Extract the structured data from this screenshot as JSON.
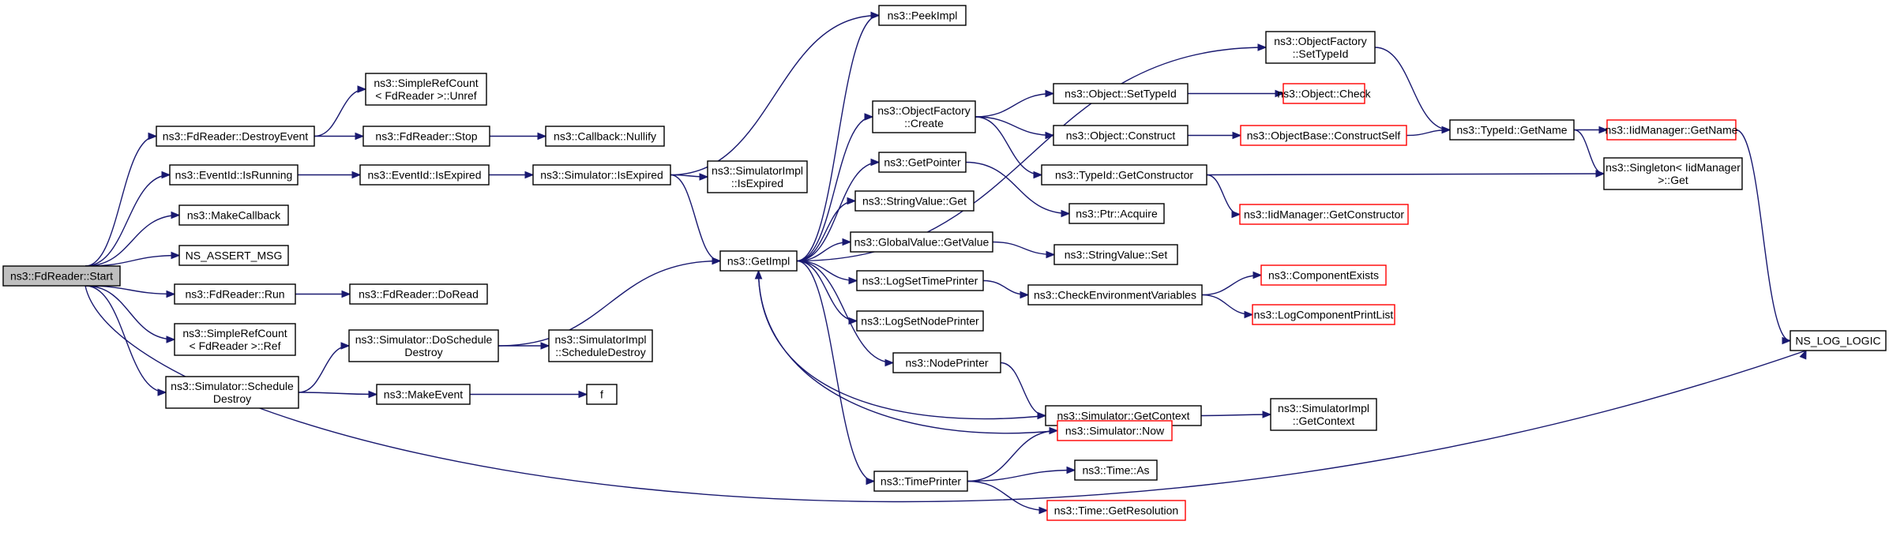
{
  "nodes": {
    "root": {
      "lines": [
        "ns3::FdReader::Start"
      ],
      "style": "root"
    },
    "destroyEvent": {
      "lines": [
        "ns3::FdReader::DestroyEvent"
      ],
      "style": "normal"
    },
    "eventIsRunning": {
      "lines": [
        "ns3::EventId::IsRunning"
      ],
      "style": "normal"
    },
    "makeCallback": {
      "lines": [
        "ns3::MakeCallback"
      ],
      "style": "normal"
    },
    "nsAssertMsg": {
      "lines": [
        "NS_ASSERT_MSG"
      ],
      "style": "normal"
    },
    "fdRun": {
      "lines": [
        "ns3::FdReader::Run"
      ],
      "style": "normal"
    },
    "srcRef": {
      "lines": [
        "ns3::SimpleRefCount",
        "< FdReader >::Ref"
      ],
      "style": "normal"
    },
    "simSchedDestroy": {
      "lines": [
        "ns3::Simulator::Schedule",
        "Destroy"
      ],
      "style": "normal"
    },
    "srcUnref": {
      "lines": [
        "ns3::SimpleRefCount",
        "< FdReader >::Unref"
      ],
      "style": "normal"
    },
    "fdStop": {
      "lines": [
        "ns3::FdReader::Stop"
      ],
      "style": "normal"
    },
    "eventIsExpired": {
      "lines": [
        "ns3::EventId::IsExpired"
      ],
      "style": "normal"
    },
    "fdDoRead": {
      "lines": [
        "ns3::FdReader::DoRead"
      ],
      "style": "normal"
    },
    "simDoSchedDestroy": {
      "lines": [
        "ns3::Simulator::DoSchedule",
        "Destroy"
      ],
      "style": "normal"
    },
    "makeEvent": {
      "lines": [
        "ns3::MakeEvent"
      ],
      "style": "normal"
    },
    "cbNullify": {
      "lines": [
        "ns3::Callback::Nullify"
      ],
      "style": "normal"
    },
    "simIsExpired": {
      "lines": [
        "ns3::Simulator::IsExpired"
      ],
      "style": "normal"
    },
    "simImplSchedDestroy": {
      "lines": [
        "ns3::SimulatorImpl",
        "::ScheduleDestroy"
      ],
      "style": "normal"
    },
    "f": {
      "lines": [
        "f"
      ],
      "style": "normal"
    },
    "simImplIsExpired": {
      "lines": [
        "ns3::SimulatorImpl",
        "::IsExpired"
      ],
      "style": "normal"
    },
    "getImpl": {
      "lines": [
        "ns3::GetImpl"
      ],
      "style": "normal"
    },
    "peekImpl": {
      "lines": [
        "ns3::PeekImpl"
      ],
      "style": "normal"
    },
    "objFactoryCreate": {
      "lines": [
        "ns3::ObjectFactory",
        "::Create"
      ],
      "style": "normal"
    },
    "getPointer": {
      "lines": [
        "ns3::GetPointer"
      ],
      "style": "normal"
    },
    "stringValueGet": {
      "lines": [
        "ns3::StringValue::Get"
      ],
      "style": "normal"
    },
    "globalValueGetValue": {
      "lines": [
        "ns3::GlobalValue::GetValue"
      ],
      "style": "normal"
    },
    "logSetTimePrinter": {
      "lines": [
        "ns3::LogSetTimePrinter"
      ],
      "style": "normal"
    },
    "logSetNodePrinter": {
      "lines": [
        "ns3::LogSetNodePrinter"
      ],
      "style": "normal"
    },
    "nodePrinter": {
      "lines": [
        "ns3::NodePrinter"
      ],
      "style": "normal"
    },
    "timePrinter": {
      "lines": [
        "ns3::TimePrinter"
      ],
      "style": "normal"
    },
    "objSetTypeId": {
      "lines": [
        "ns3::Object::SetTypeId"
      ],
      "style": "normal"
    },
    "objConstruct": {
      "lines": [
        "ns3::Object::Construct"
      ],
      "style": "normal"
    },
    "typeIdGetConstructor": {
      "lines": [
        "ns3::TypeId::GetConstructor"
      ],
      "style": "normal"
    },
    "ptrAcquire": {
      "lines": [
        "ns3::Ptr::Acquire"
      ],
      "style": "normal"
    },
    "stringValueSet": {
      "lines": [
        "ns3::StringValue::Set"
      ],
      "style": "normal"
    },
    "checkEnvVars": {
      "lines": [
        "ns3::CheckEnvironmentVariables"
      ],
      "style": "normal"
    },
    "simGetContext": {
      "lines": [
        "ns3::Simulator::GetContext"
      ],
      "style": "normal"
    },
    "simNow": {
      "lines": [
        "ns3::Simulator::Now"
      ],
      "style": "red"
    },
    "timeAs": {
      "lines": [
        "ns3::Time::As"
      ],
      "style": "normal"
    },
    "timeGetResolution": {
      "lines": [
        "ns3::Time::GetResolution"
      ],
      "style": "red"
    },
    "objFactorySetTypeId": {
      "lines": [
        "ns3::ObjectFactory",
        "::SetTypeId"
      ],
      "style": "normal"
    },
    "objCheck": {
      "lines": [
        "ns3::Object::Check"
      ],
      "style": "red"
    },
    "objBaseConstructSelf": {
      "lines": [
        "ns3::ObjectBase::ConstructSelf"
      ],
      "style": "red"
    },
    "iidGetConstructor": {
      "lines": [
        "ns3::IidManager::GetConstructor"
      ],
      "style": "red"
    },
    "componentExists": {
      "lines": [
        "ns3::ComponentExists"
      ],
      "style": "red"
    },
    "logComponentPrintList": {
      "lines": [
        "ns3::LogComponentPrintList"
      ],
      "style": "red"
    },
    "simImplGetContext": {
      "lines": [
        "ns3::SimulatorImpl",
        "::GetContext"
      ],
      "style": "normal"
    },
    "typeIdGetName": {
      "lines": [
        "ns3::TypeId::GetName"
      ],
      "style": "normal"
    },
    "iidGetName": {
      "lines": [
        "ns3::IidManager::GetName"
      ],
      "style": "red"
    },
    "singletonGet": {
      "lines": [
        "ns3::Singleton< IidManager",
        " >::Get"
      ],
      "style": "normal"
    },
    "nsLogLogic": {
      "lines": [
        "NS_LOG_LOGIC"
      ],
      "style": "normal"
    }
  },
  "edges": [
    [
      "root",
      "destroyEvent"
    ],
    [
      "root",
      "eventIsRunning"
    ],
    [
      "root",
      "makeCallback"
    ],
    [
      "root",
      "nsAssertMsg"
    ],
    [
      "root",
      "fdRun"
    ],
    [
      "root",
      "srcRef"
    ],
    [
      "root",
      "simSchedDestroy"
    ],
    [
      "root",
      "nsLogLogic"
    ],
    [
      "destroyEvent",
      "srcUnref"
    ],
    [
      "destroyEvent",
      "fdStop"
    ],
    [
      "fdStop",
      "cbNullify"
    ],
    [
      "eventIsRunning",
      "eventIsExpired"
    ],
    [
      "eventIsExpired",
      "simIsExpired"
    ],
    [
      "simIsExpired",
      "peekImpl"
    ],
    [
      "simIsExpired",
      "simImplIsExpired"
    ],
    [
      "simIsExpired",
      "getImpl"
    ],
    [
      "fdRun",
      "fdDoRead"
    ],
    [
      "simSchedDestroy",
      "simDoSchedDestroy"
    ],
    [
      "simSchedDestroy",
      "makeEvent"
    ],
    [
      "simDoSchedDestroy",
      "getImpl"
    ],
    [
      "simDoSchedDestroy",
      "simImplSchedDestroy"
    ],
    [
      "makeEvent",
      "f"
    ],
    [
      "getImpl",
      "peekImpl"
    ],
    [
      "getImpl",
      "objFactorySetTypeId"
    ],
    [
      "getImpl",
      "objFactoryCreate"
    ],
    [
      "getImpl",
      "getPointer"
    ],
    [
      "getImpl",
      "stringValueGet"
    ],
    [
      "getImpl",
      "globalValueGetValue"
    ],
    [
      "getImpl",
      "logSetTimePrinter"
    ],
    [
      "getImpl",
      "logSetNodePrinter"
    ],
    [
      "getImpl",
      "nodePrinter"
    ],
    [
      "getImpl",
      "timePrinter"
    ],
    [
      "objFactoryCreate",
      "objSetTypeId"
    ],
    [
      "objFactoryCreate",
      "objConstruct"
    ],
    [
      "objFactoryCreate",
      "typeIdGetConstructor"
    ],
    [
      "objSetTypeId",
      "objCheck"
    ],
    [
      "objConstruct",
      "objBaseConstructSelf"
    ],
    [
      "objBaseConstructSelf",
      "typeIdGetName"
    ],
    [
      "typeIdGetConstructor",
      "iidGetConstructor"
    ],
    [
      "typeIdGetConstructor",
      "singletonGet"
    ],
    [
      "getPointer",
      "ptrAcquire"
    ],
    [
      "globalValueGetValue",
      "stringValueSet"
    ],
    [
      "logSetTimePrinter",
      "checkEnvVars"
    ],
    [
      "checkEnvVars",
      "componentExists"
    ],
    [
      "checkEnvVars",
      "logComponentPrintList"
    ],
    [
      "nodePrinter",
      "simGetContext"
    ],
    [
      "simGetContext",
      "simImplGetContext"
    ],
    [
      "simGetContext",
      "getImpl"
    ],
    [
      "timePrinter",
      "simNow"
    ],
    [
      "timePrinter",
      "timeAs"
    ],
    [
      "timePrinter",
      "timeGetResolution"
    ],
    [
      "simNow",
      "getImpl"
    ],
    [
      "objFactorySetTypeId",
      "typeIdGetName"
    ],
    [
      "typeIdGetName",
      "iidGetName"
    ],
    [
      "typeIdGetName",
      "singletonGet"
    ],
    [
      "iidGetName",
      "nsLogLogic"
    ]
  ]
}
